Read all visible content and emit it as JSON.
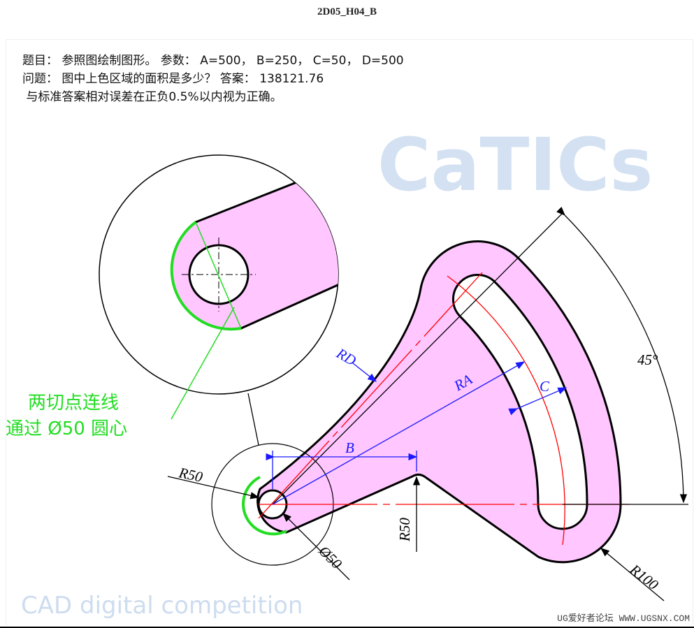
{
  "title": "2D05_H04_B",
  "question": {
    "line1": "题目： 参照图绘制图形。 参数： A=500， B=250， C=50， D=500",
    "line2": "问题： 图中上色区域的面积是多少？ 答案： 138121.76",
    "line3": " 与标准答案相对误差在正负0.5%以内视为正确。"
  },
  "drawing": {
    "labels": {
      "rd": "RD",
      "ra": "RA",
      "b": "B",
      "c": "C",
      "angle": "45°",
      "r50_left": "R50",
      "r50_fillet": "R50",
      "dia50": "Ø50",
      "r100": "R100"
    },
    "note_line1": "两切点连线",
    "note_line2": "通过 Ø50 圆心",
    "colors": {
      "fill": "#ffc6ff",
      "dimension": "#1a1aff",
      "centerline": "#ff0000",
      "note": "#22dd22"
    }
  },
  "watermark": {
    "logo": "CaTICs",
    "subtitle": "CAD digital competition"
  },
  "footer": "UG爱好者论坛 WWW.UGSNX.COM"
}
